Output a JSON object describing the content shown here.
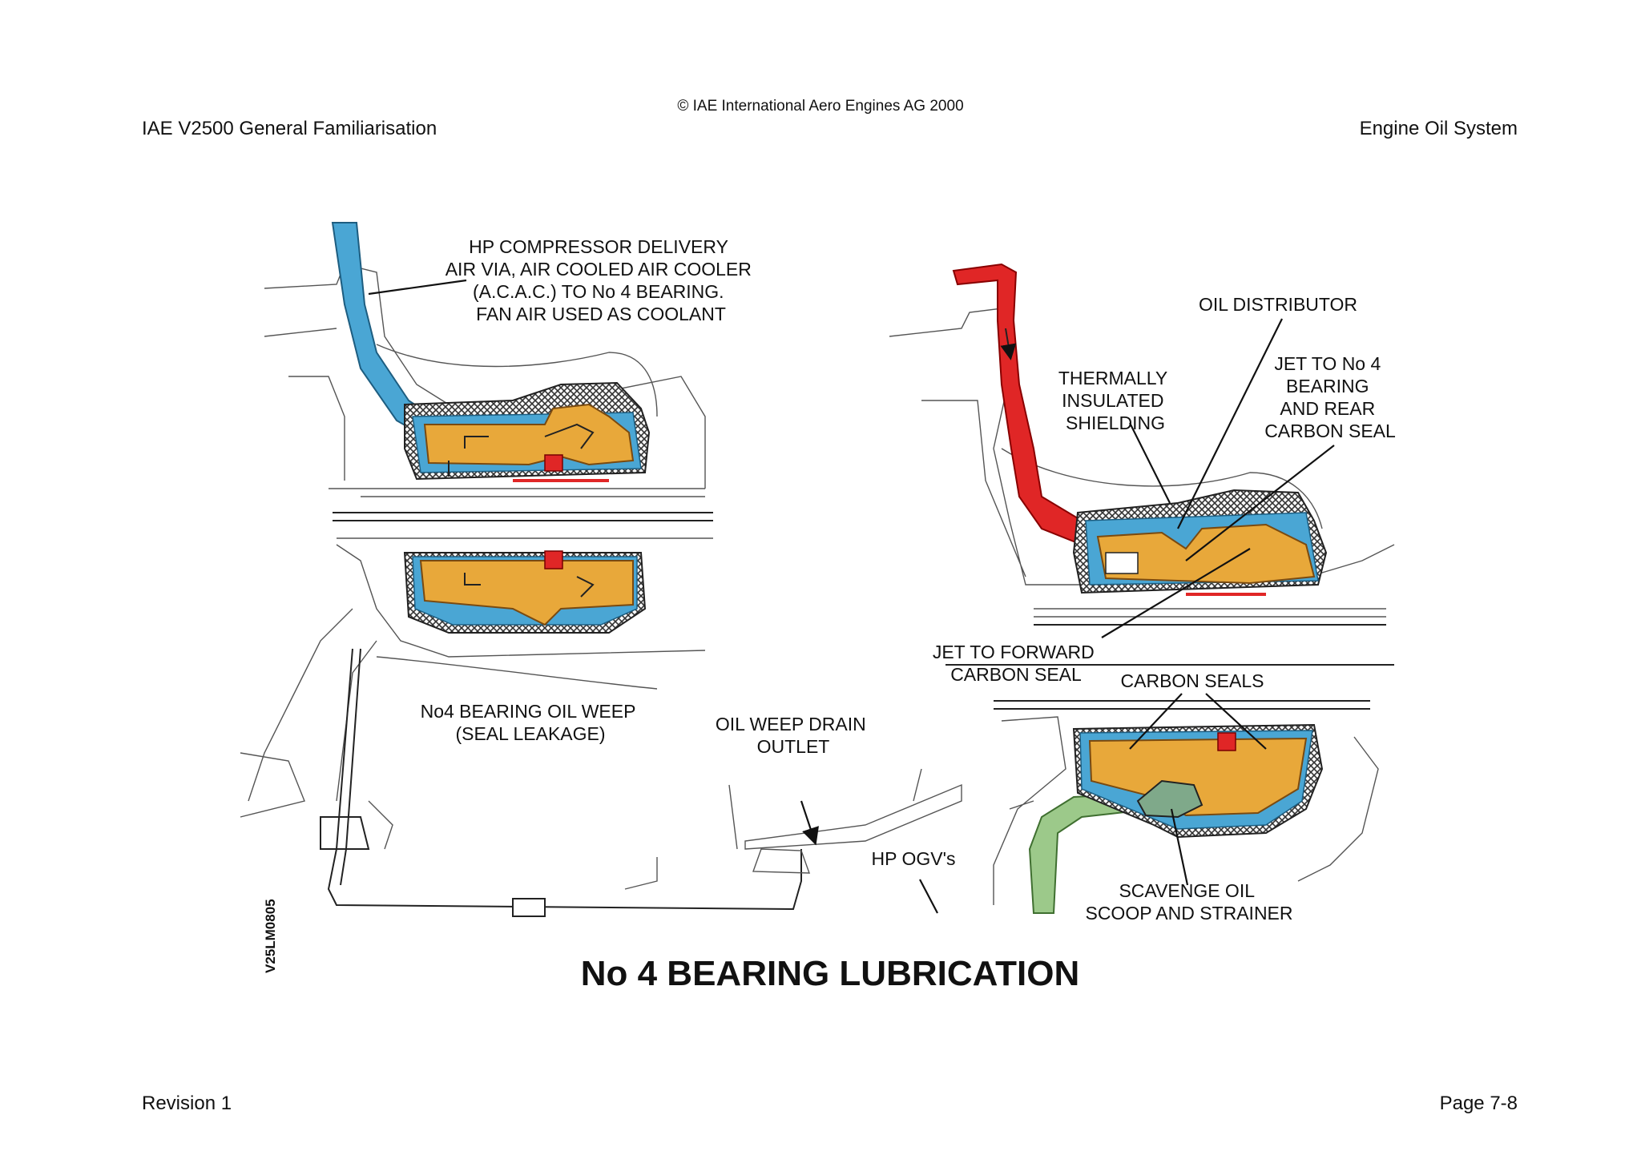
{
  "header": {
    "copyright": "© IAE International Aero Engines AG 2000",
    "left": "IAE V2500 General Familiarisation",
    "right": "Engine Oil System"
  },
  "footer": {
    "left": "Revision 1",
    "right": "Page 7-8"
  },
  "diagram": {
    "title": "No 4 BEARING LUBRICATION",
    "reference": "V25LM0805",
    "labels": {
      "hp_air": [
        "HP COMPRESSOR DELIVERY",
        "AIR VIA, AIR COOLED AIR COOLER",
        "(A.C.A.C.) TO No 4 BEARING.",
        "FAN AIR USED AS COOLANT"
      ],
      "oil_distributor": [
        "OIL DISTRIBUTOR"
      ],
      "thermal_shield": [
        "THERMALLY",
        "INSULATED",
        "SHIELDING"
      ],
      "jet_rear": [
        "JET TO No 4",
        "BEARING",
        "AND REAR",
        "CARBON SEAL"
      ],
      "jet_forward": [
        "JET TO FORWARD",
        "CARBON SEAL"
      ],
      "carbon_seals": [
        "CARBON SEALS"
      ],
      "oil_weep": [
        "No4 BEARING OIL WEEP",
        "(SEAL LEAKAGE)"
      ],
      "drain_outlet": [
        "OIL WEEP DRAIN",
        "OUTLET"
      ],
      "hp_ogv": [
        "HP OGV's"
      ],
      "scavenge": [
        "SCAVENGE OIL",
        "SCOOP AND STRAINER"
      ]
    },
    "colors": {
      "bearing": "#e8a83a",
      "air": "#4aa6d4",
      "oil_feed": "#e02626",
      "scavenge": "#9cc98a",
      "shield": "#3a3a3a"
    }
  }
}
